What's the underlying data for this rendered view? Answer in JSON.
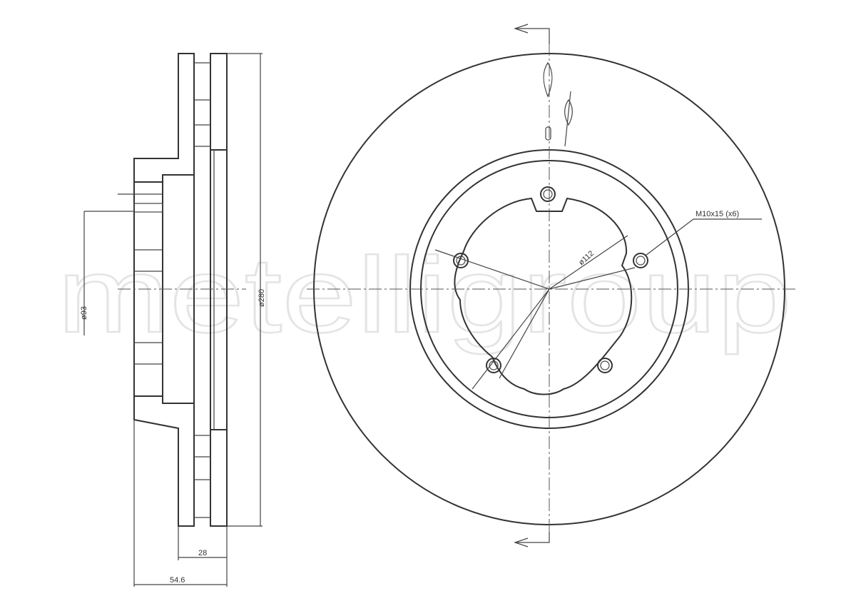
{
  "watermark": "metelligroup",
  "dimensions": {
    "hub_diameter": "ø93",
    "disc_diameter": "ø280",
    "thickness": "28",
    "height": "54.6",
    "pcd": "ø112",
    "bolt_thread": "M10x15 (x6)"
  },
  "colors": {
    "line": "#333333",
    "hatch": "#888888"
  }
}
